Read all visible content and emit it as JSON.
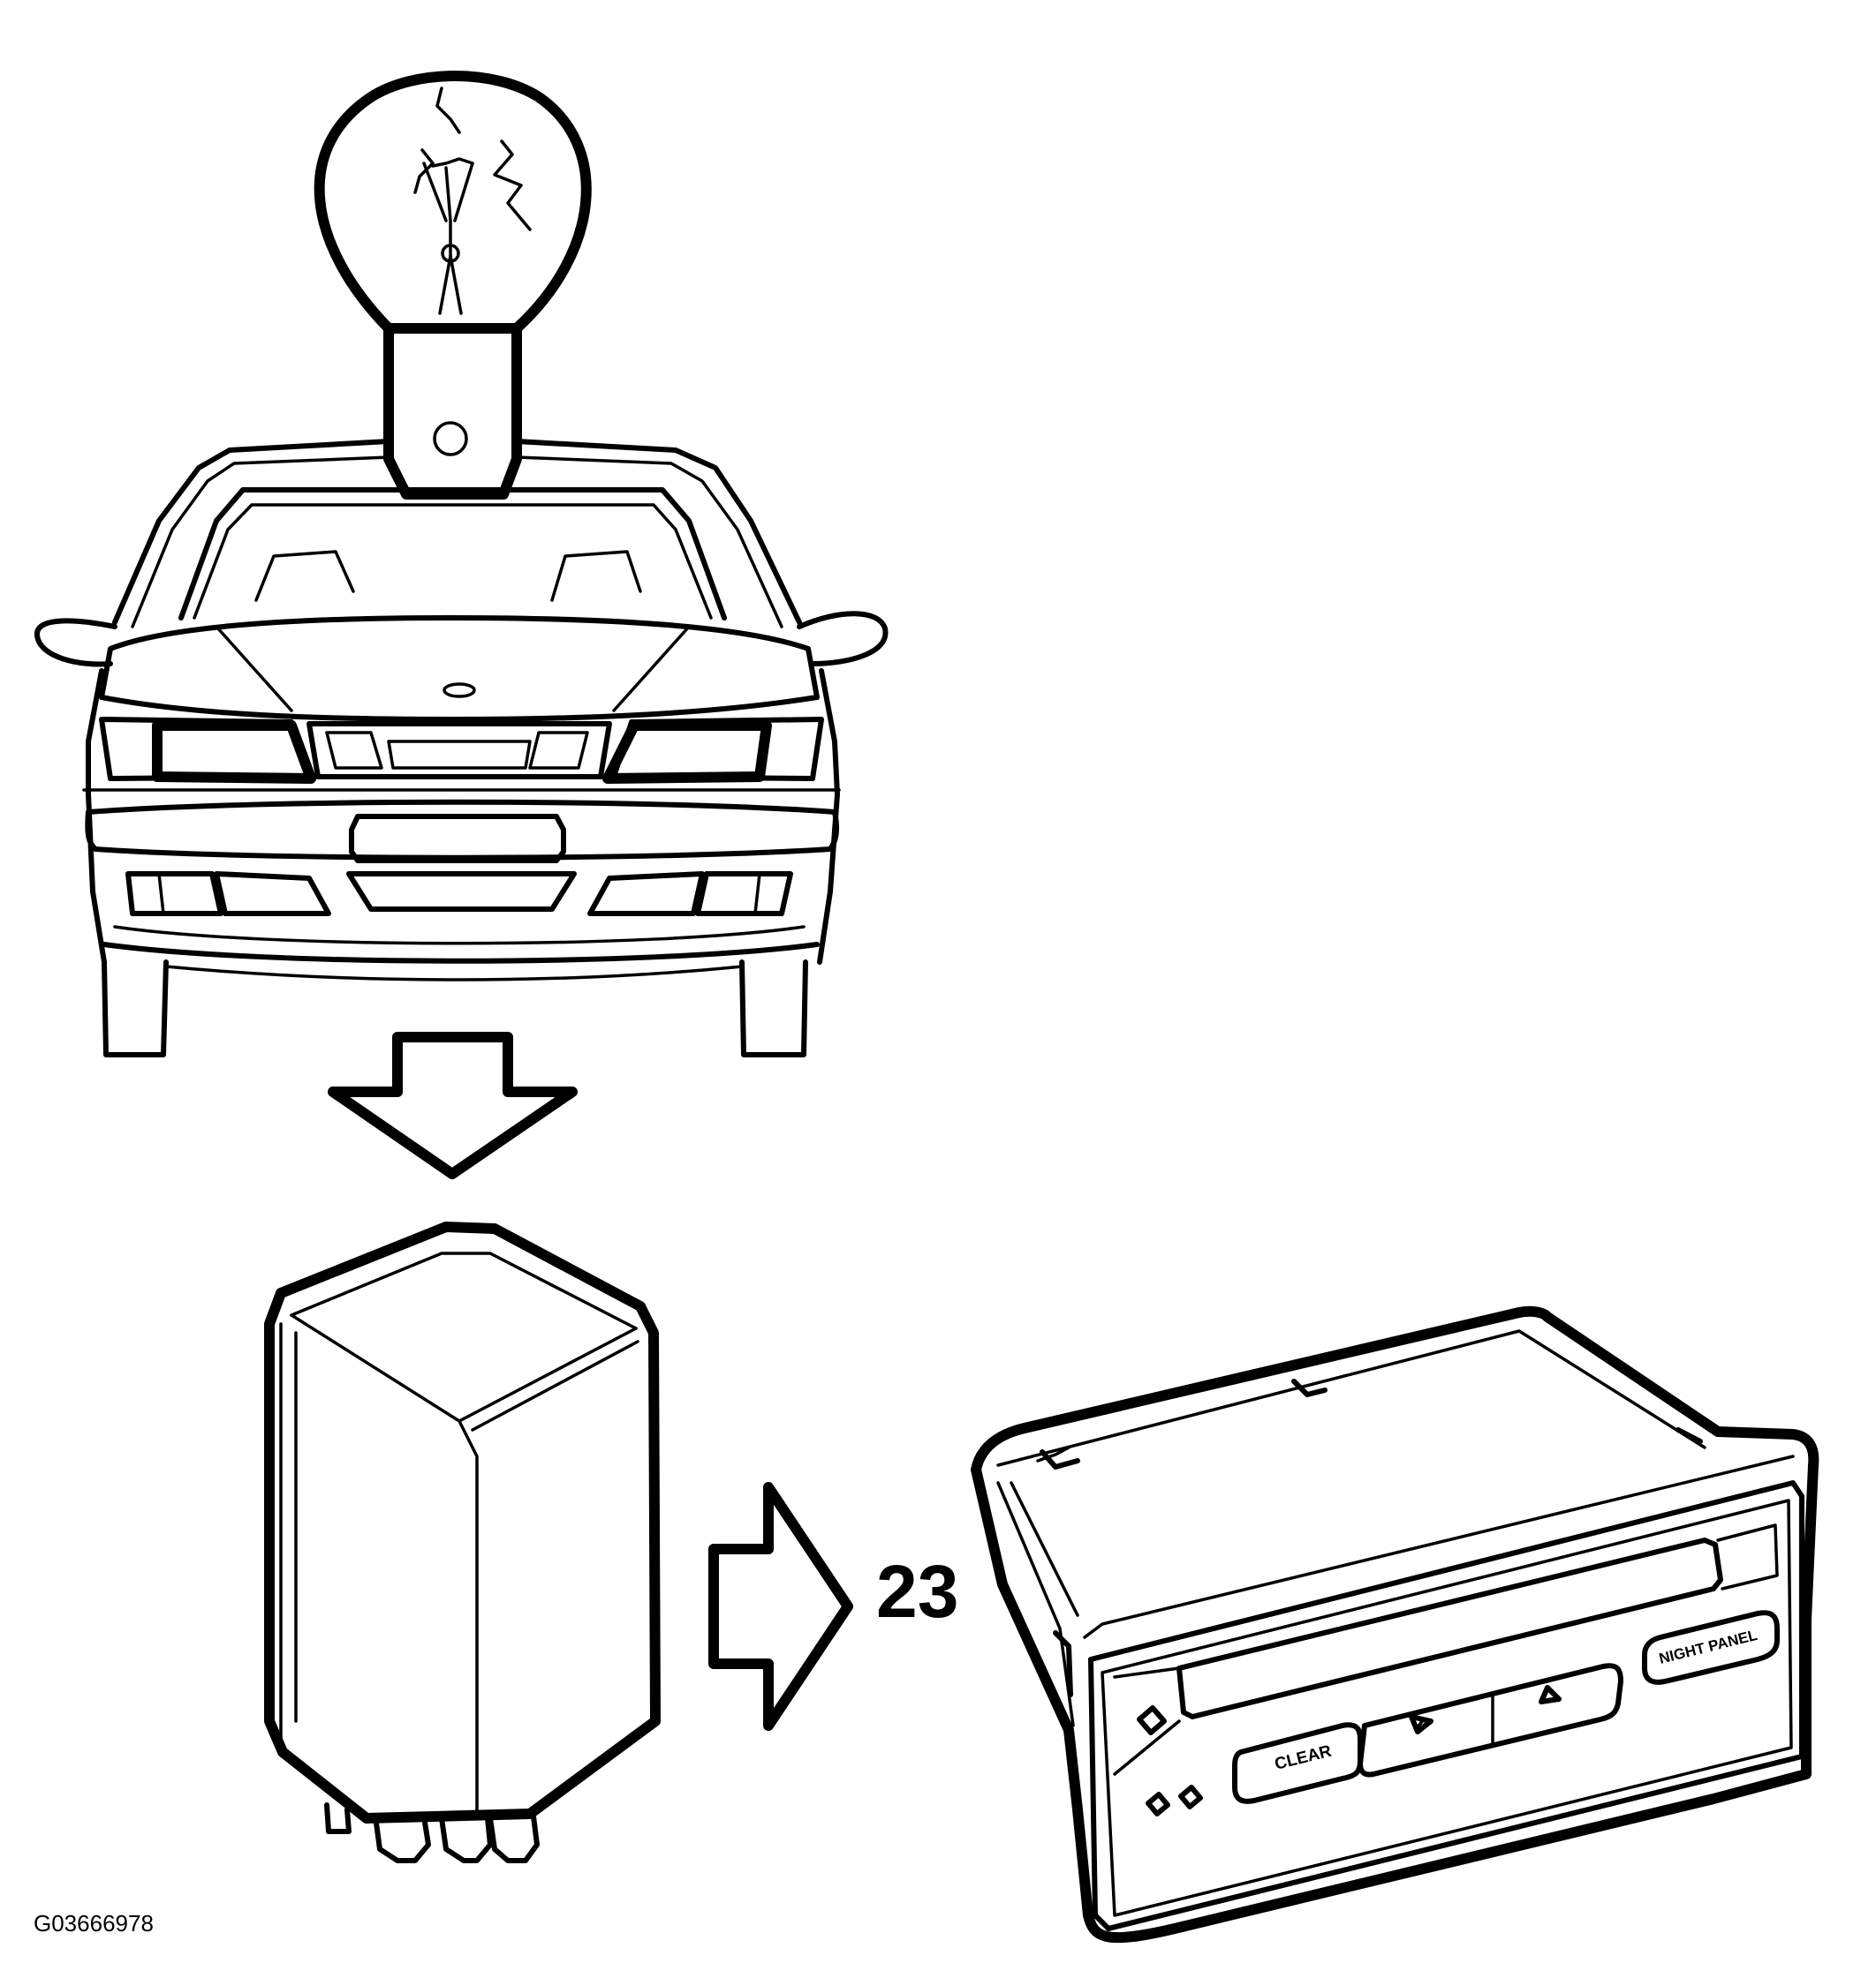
{
  "figure_code": "G03666978",
  "step_number": "23",
  "display_unit": {
    "button_clear": "CLEAR",
    "button_night_panel": "NIGHT PANEL"
  }
}
